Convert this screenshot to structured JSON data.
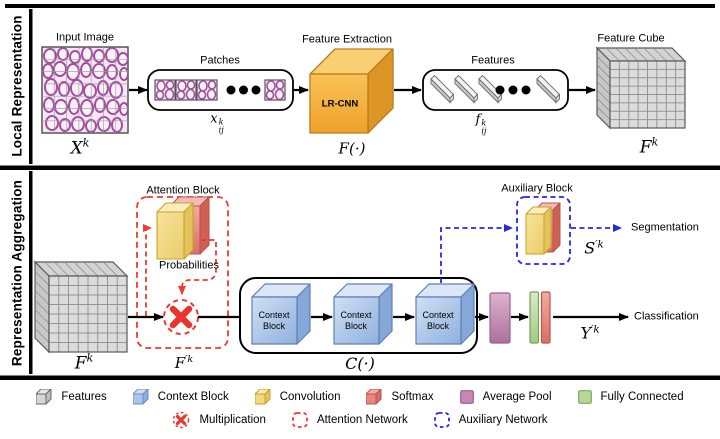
{
  "local": {
    "title": "Local Representation",
    "input_image_label": "Input Image",
    "input_math": {
      "base": "X",
      "sup": "k"
    },
    "patches_label": "Patches",
    "patches_math": {
      "base": "x",
      "sup": "k",
      "sub": "ij"
    },
    "feature_extraction_label": "Feature Extraction",
    "lrcnn_label": "LR-CNN",
    "fe_math": "F(·)",
    "features_label": "Features",
    "features_math": {
      "base": "f",
      "sup": "k",
      "sub": "ij"
    },
    "feature_cube_label": "Feature Cube",
    "feature_cube_math": {
      "base": "F",
      "sup": "k"
    }
  },
  "agg": {
    "title": "Representation Aggregation",
    "input_cube_math": {
      "base": "F",
      "sup": "k"
    },
    "attention_block_label": "Attention Block",
    "probabilities_label": "Probabilities",
    "attended_math": {
      "base": "F",
      "sup": "′k"
    },
    "context_math": "C(·)",
    "context_blocks": [
      "Context Block",
      "Context Block",
      "Context Block"
    ],
    "auxiliary_block_label": "Auxiliary Block",
    "seg_math": {
      "base": "S",
      "sup": "′k"
    },
    "segmentation_label": "Segmentation",
    "cls_math": {
      "base": "Y",
      "sup": "′k"
    },
    "classification_label": "Classification"
  },
  "legend": {
    "row1": [
      {
        "icon": "features-cube",
        "label": "Features"
      },
      {
        "icon": "context-block-cube",
        "label": "Context Block"
      },
      {
        "icon": "convolution-cube",
        "label": "Convolution"
      },
      {
        "icon": "softmax-cube",
        "label": "Softmax"
      },
      {
        "icon": "average-pool-square",
        "label": "Average Pool"
      },
      {
        "icon": "fully-connected-square",
        "label": "Fully Connected"
      }
    ],
    "row2": [
      {
        "icon": "multiplication-x",
        "label": "Multiplication"
      },
      {
        "icon": "attention-network-dashed-box",
        "label": "Attention Network"
      },
      {
        "icon": "auxiliary-network-dashed-box",
        "label": "Auxiliary Network"
      }
    ]
  },
  "colors": {
    "features_gray": "#d9d9d9",
    "context_blue": "#a9c4e8",
    "convolution_yellow": "#f2d675",
    "softmax_red": "#e8837a",
    "average_pool_purple": "#c687b2",
    "fully_connected_green": "#b4d897",
    "lrcnn_orange": "#f5b942",
    "attention_dash_red": "#ee3a30",
    "auxiliary_dash_blue": "#2626ee",
    "histology_pink": "#f7e7f6",
    "histology_purple": "#a14f9d"
  }
}
